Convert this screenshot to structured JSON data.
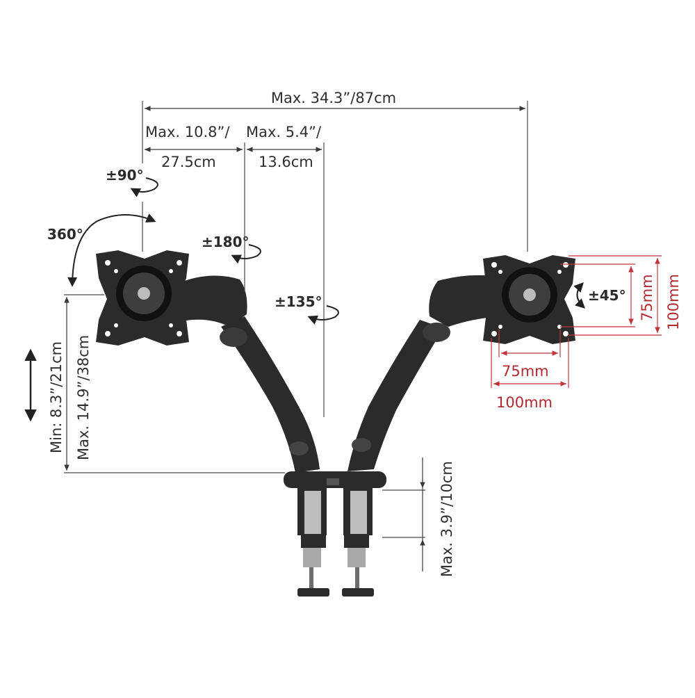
{
  "dimensions": {
    "total_reach": "Max. 34.3”/87cm",
    "arm1_reach_in": "Max. 10.8”/",
    "arm1_reach_cm": "27.5cm",
    "arm2_reach_in": "Max. 5.4”/",
    "arm2_reach_cm": "13.6cm",
    "height_min": "Min: 8.3”/21cm",
    "height_max": "Max. 14.9”/38cm",
    "clamp_thickness": "Max. 3.9”/10cm"
  },
  "rotations": {
    "tilt": "±90°",
    "swivel": "360°",
    "arm_joint": "±180°",
    "base_joint": "±135°",
    "rotate": "±45°"
  },
  "vesa": {
    "small_width": "75mm",
    "large_width": "100mm",
    "small_height": "75mm",
    "large_height": "100mm"
  },
  "colors": {
    "line": "#3a3a3a",
    "vesa_red": "#c0353c",
    "mount_black": "#2b2b2b"
  }
}
